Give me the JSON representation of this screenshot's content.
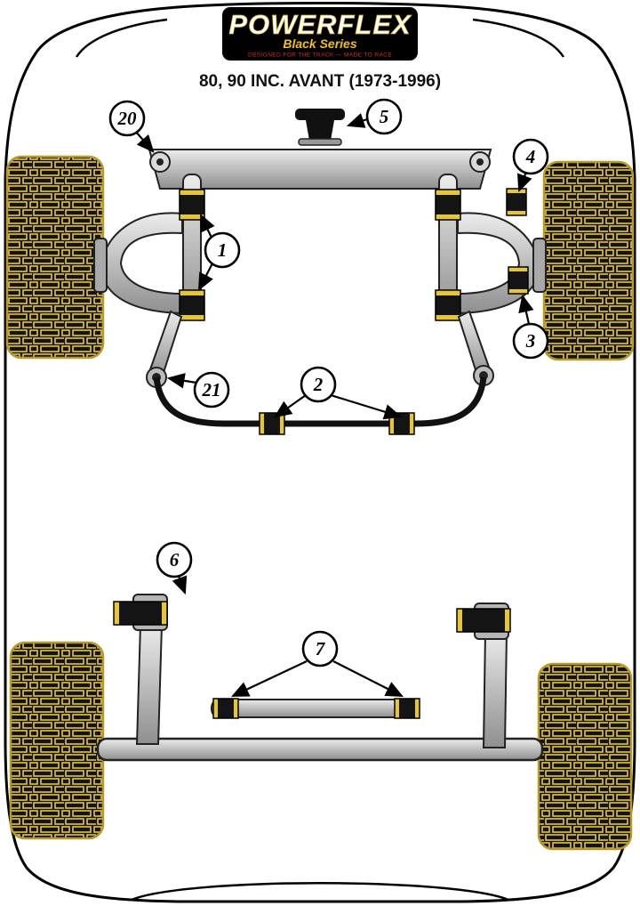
{
  "page": {
    "title": "80, 90 INC. AVANT (1973-1996)"
  },
  "logo": {
    "brand": "POWERFLEX",
    "series": "Black Series",
    "tagline": "DESIGNED FOR THE TRACK — MADE TO RACE"
  },
  "callouts": {
    "c20": "20",
    "c5": "5",
    "c4": "4",
    "c1": "1",
    "c3": "3",
    "c21": "21",
    "c2": "2",
    "c6": "6",
    "c7": "7"
  },
  "colors": {
    "bushing_yellow": "#e6c53a",
    "tire_outline": "#b89a28",
    "logo_bg": "#000000",
    "series_yellow": "#f0c020",
    "tagline_red": "#d03030",
    "metal_gray": "#bdbdbd"
  }
}
